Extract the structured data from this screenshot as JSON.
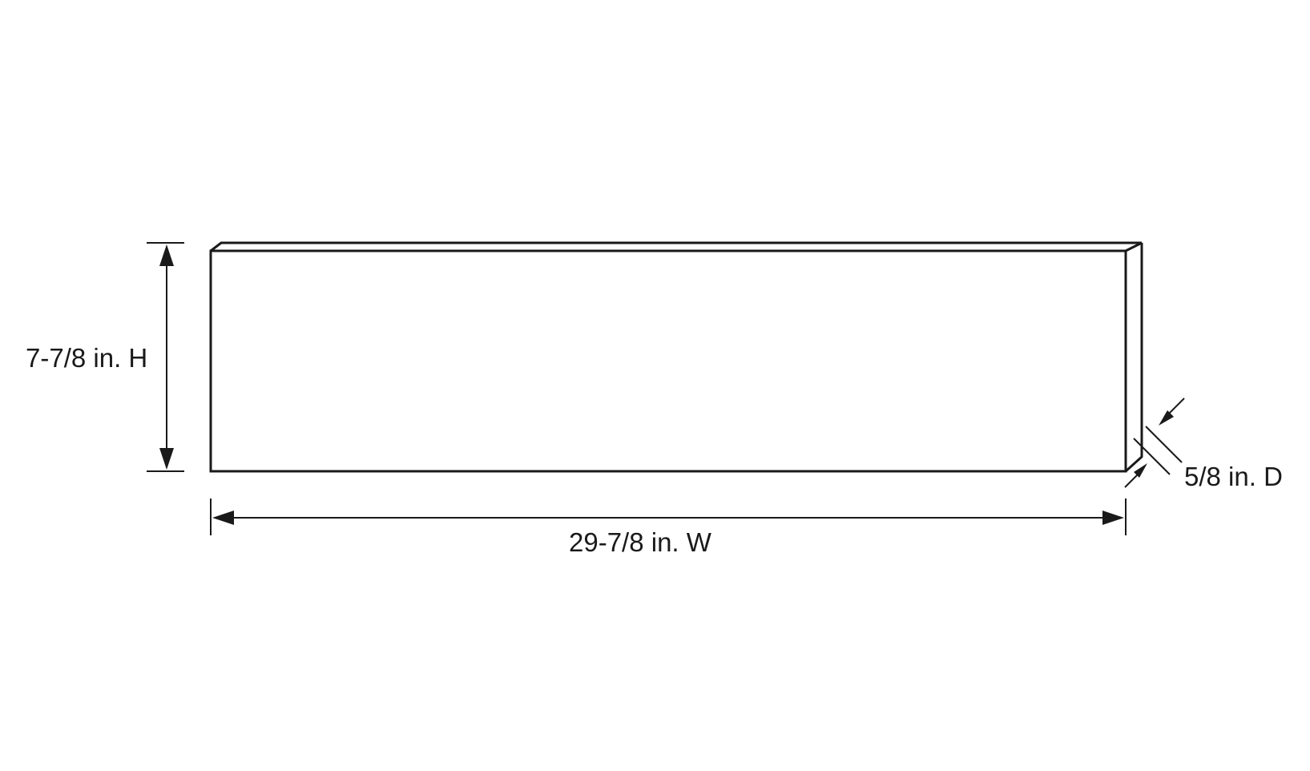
{
  "diagram": {
    "height_label": "7-7/8 in. H",
    "width_label": "29-7/8 in. W",
    "depth_label": "5/8 in. D",
    "line_color": "#1a1a1a",
    "background_color": "#ffffff"
  }
}
